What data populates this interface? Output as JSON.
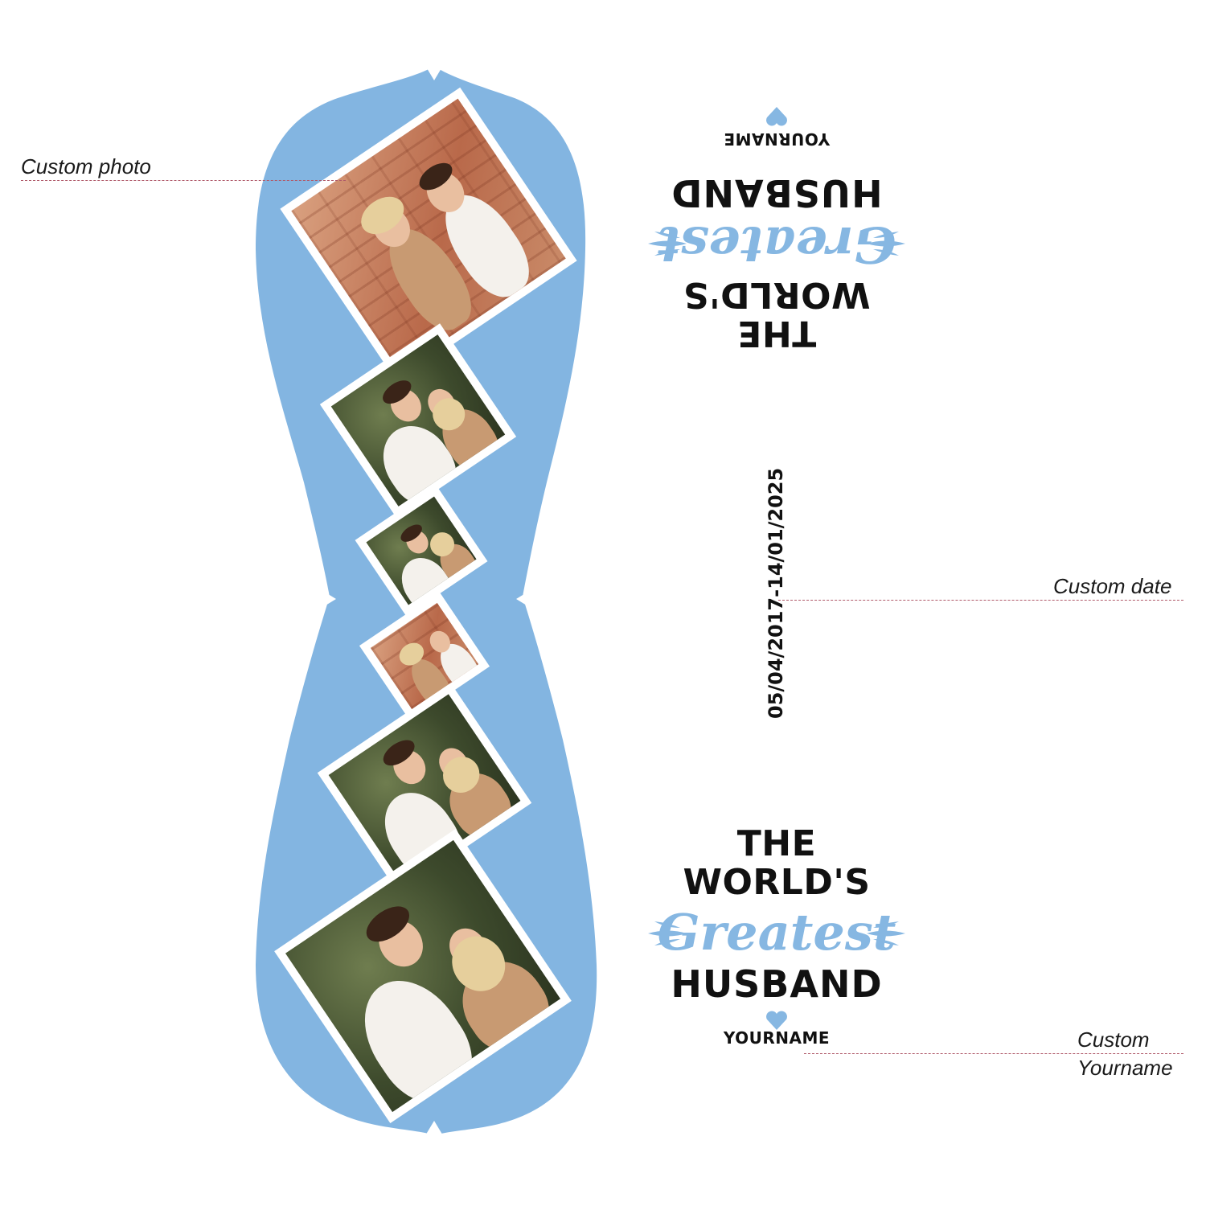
{
  "callouts": {
    "photo": "Custom  photo",
    "date": "Custom date",
    "name_line1": "Custom",
    "name_line2": "Yourname"
  },
  "design_top": {
    "line1": "THE",
    "line2": "WORLD'S",
    "script": "Greatest",
    "line3": "HUSBAND",
    "name": "YOURNAME"
  },
  "design_bottom": {
    "line1": "THE",
    "line2": "WORLD'S",
    "script": "Greatest",
    "line3": "HUSBAND",
    "name": "YOURNAME"
  },
  "date_text": "05/04/2017-14/01/2025",
  "colors": {
    "tumbler_blue": "#83b5e1",
    "accent_blue": "#86b7e2",
    "text": "#111111",
    "dash": "#b05a6a"
  },
  "photos": [
    {
      "label": "photo-1",
      "scene": "brick"
    },
    {
      "label": "photo-2",
      "scene": "garden"
    },
    {
      "label": "photo-3",
      "scene": "garden"
    },
    {
      "label": "photo-4",
      "scene": "brick"
    },
    {
      "label": "photo-5",
      "scene": "garden"
    },
    {
      "label": "photo-6",
      "scene": "garden"
    }
  ]
}
